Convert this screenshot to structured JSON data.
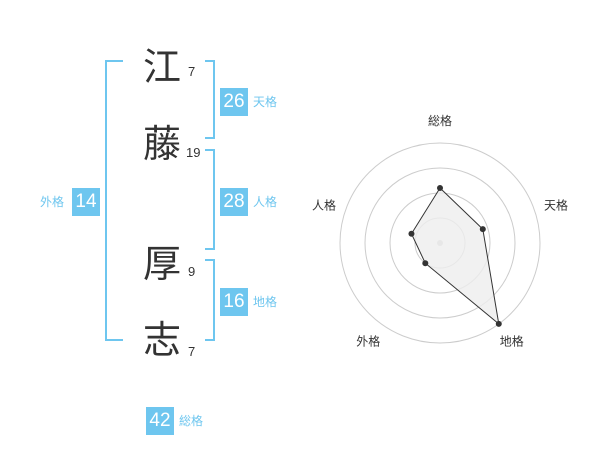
{
  "name": {
    "chars": [
      {
        "char": "江",
        "strokes": "7"
      },
      {
        "char": "藤",
        "strokes": "19"
      },
      {
        "char": "厚",
        "strokes": "9"
      },
      {
        "char": "志",
        "strokes": "7"
      }
    ]
  },
  "fortunes": {
    "tenkaku": {
      "value": "26",
      "label": "天格"
    },
    "jinkaku": {
      "value": "28",
      "label": "人格"
    },
    "chikaku": {
      "value": "16",
      "label": "地格"
    },
    "gaikaku": {
      "value": "14",
      "label": "外格"
    },
    "soukaku": {
      "value": "42",
      "label": "総格"
    }
  },
  "chart_data": {
    "type": "radar",
    "axes": [
      "総格",
      "天格",
      "地格",
      "外格",
      "人格"
    ],
    "values": [
      0.55,
      0.45,
      1.0,
      0.25,
      0.3
    ],
    "range": [
      0,
      1
    ],
    "rings": 4,
    "colors": {
      "fill": "#eeeeee",
      "line": "#333333",
      "ring": "#cccccc"
    }
  }
}
